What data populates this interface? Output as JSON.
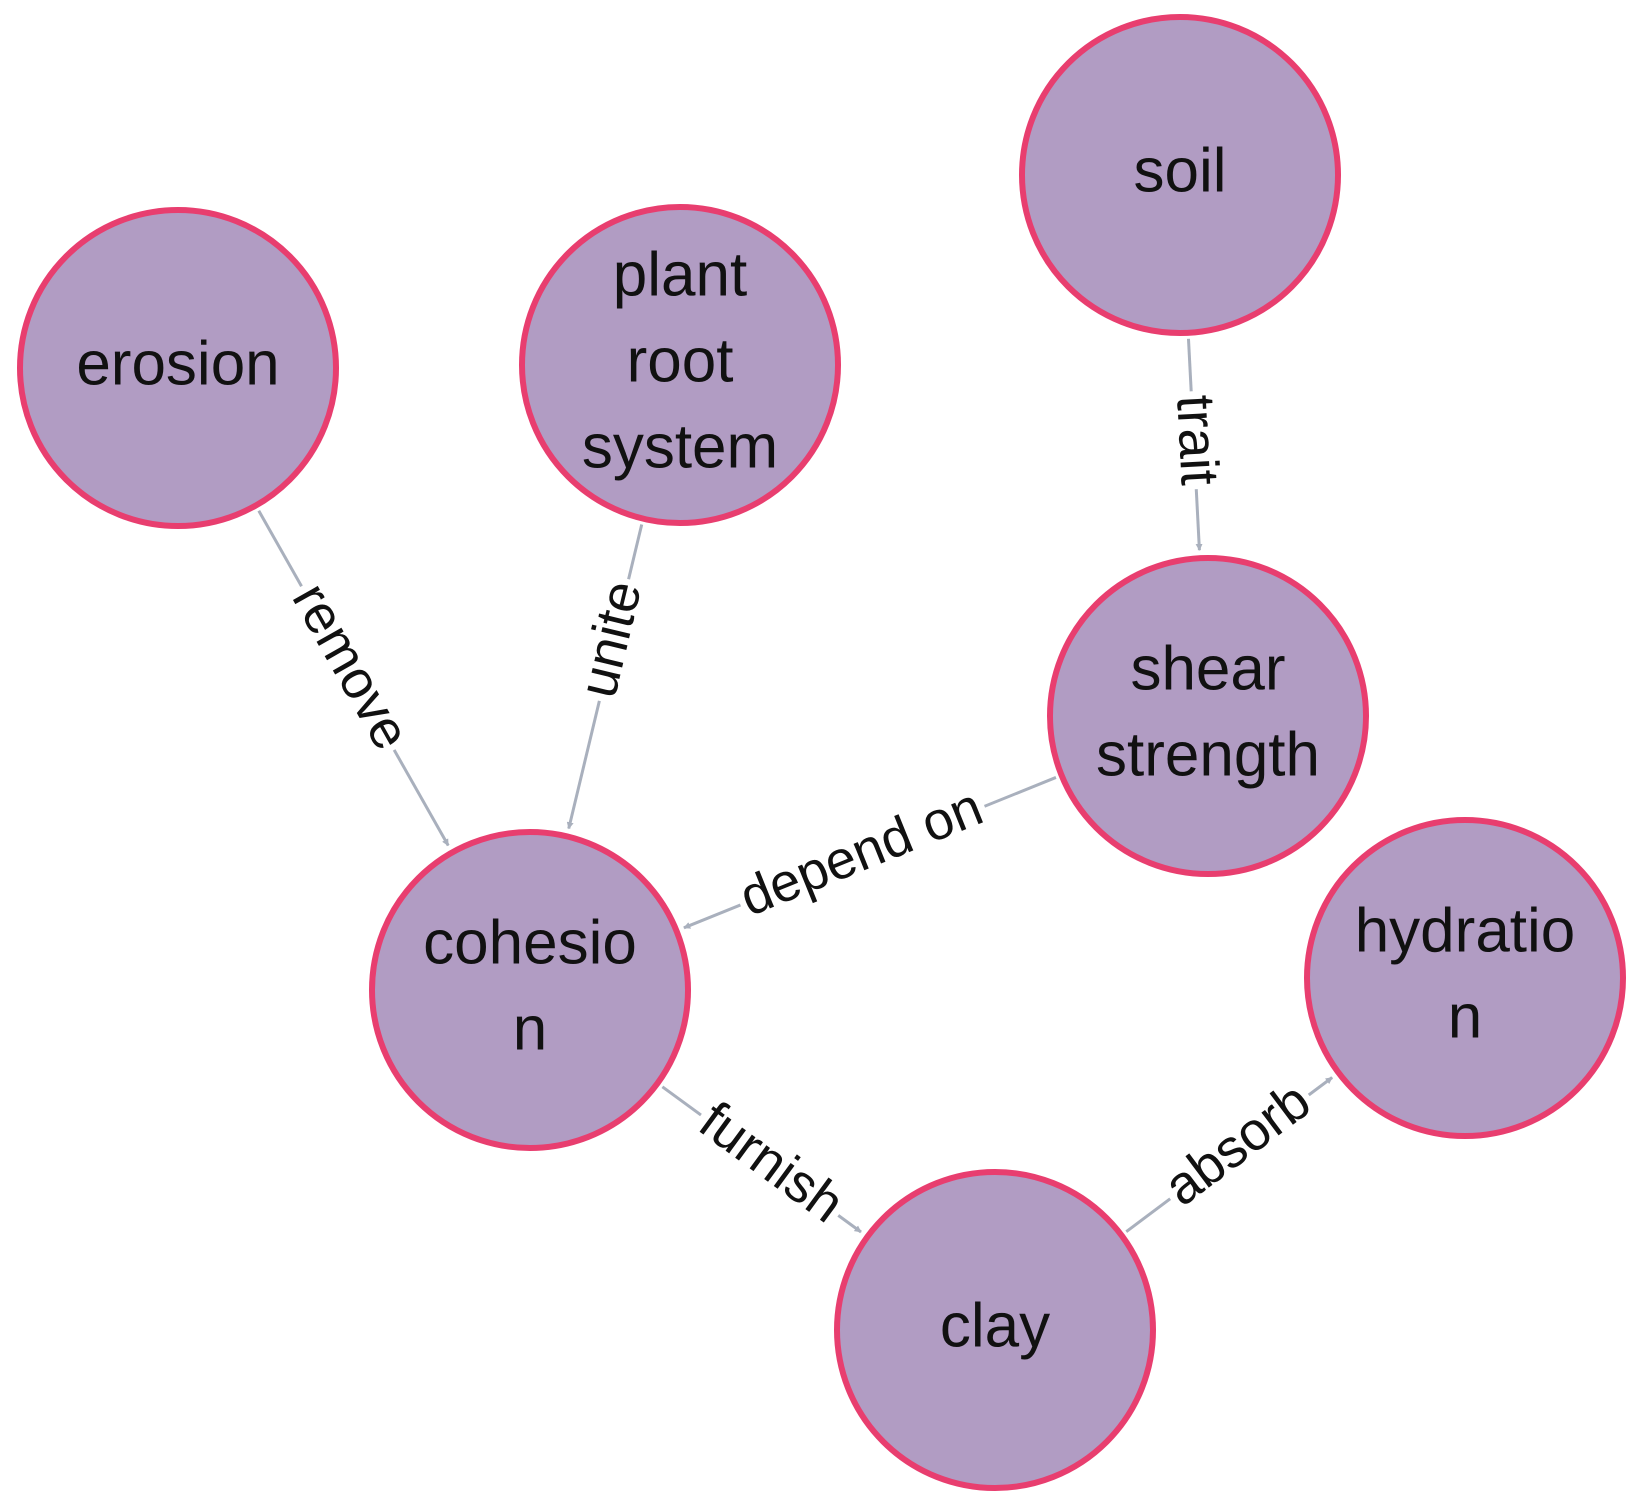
{
  "colors": {
    "node_fill": "#b19cc3",
    "node_stroke": "#e83e6f",
    "edge": "#a9b0bd",
    "text": "#111111",
    "background": "#ffffff"
  },
  "nodes": [
    {
      "id": "soil",
      "lines": [
        "soil"
      ]
    },
    {
      "id": "erosion",
      "lines": [
        "erosion"
      ]
    },
    {
      "id": "plant-root-system",
      "lines": [
        "plant",
        "root",
        "system"
      ]
    },
    {
      "id": "shear-strength",
      "lines": [
        "shear",
        "strength"
      ]
    },
    {
      "id": "cohesion",
      "lines": [
        "cohesio",
        "n"
      ]
    },
    {
      "id": "hydration",
      "lines": [
        "hydratio",
        "n"
      ]
    },
    {
      "id": "clay",
      "lines": [
        "clay"
      ]
    }
  ],
  "edges": [
    {
      "id": "remove",
      "from": "erosion",
      "to": "cohesion",
      "label": "remove"
    },
    {
      "id": "unite",
      "from": "plant-root-system",
      "to": "cohesion",
      "label": "unite"
    },
    {
      "id": "trait",
      "from": "soil",
      "to": "shear-strength",
      "label": "trait"
    },
    {
      "id": "depend-on",
      "from": "shear-strength",
      "to": "cohesion",
      "label": "depend on"
    },
    {
      "id": "furnish",
      "from": "cohesion",
      "to": "clay",
      "label": "furnish"
    },
    {
      "id": "absorb",
      "from": "clay",
      "to": "hydration",
      "label": "absorb"
    }
  ]
}
